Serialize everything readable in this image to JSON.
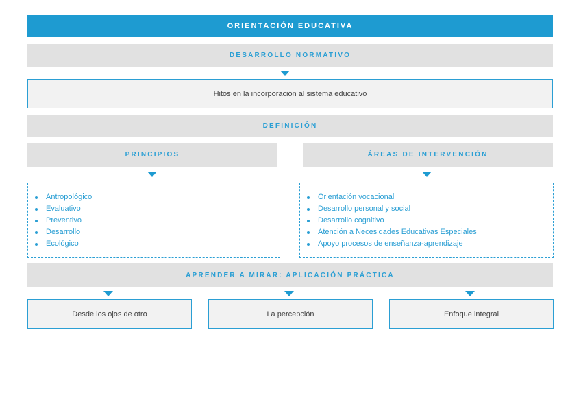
{
  "title": "ORIENTACIÓN EDUCATIVA",
  "desarrollo": "DESARROLLO NORMATIVO",
  "hitos": "Hitos en la incorporación al sistema educativo",
  "definicion": "DEFINICIÓN",
  "principios": {
    "heading": "PRINCIPIOS",
    "items": [
      "Antropológico",
      "Evaluativo",
      "Preventivo",
      "Desarrollo",
      "Ecológico"
    ]
  },
  "areas": {
    "heading": "ÁREAS DE INTERVENCIÓN",
    "items": [
      "Orientación vocacional",
      "Desarrollo personal y social",
      "Desarrollo cognitivo",
      "Atención a Necesidades Educativas Especiales",
      "Apoyo procesos de enseñanza-aprendizaje"
    ]
  },
  "aprender": "APRENDER A MIRAR: APLICACIÓN PRÁCTICA",
  "practicas": [
    "Desde los ojos de otro",
    "La percepción",
    "Enfoque integral"
  ]
}
